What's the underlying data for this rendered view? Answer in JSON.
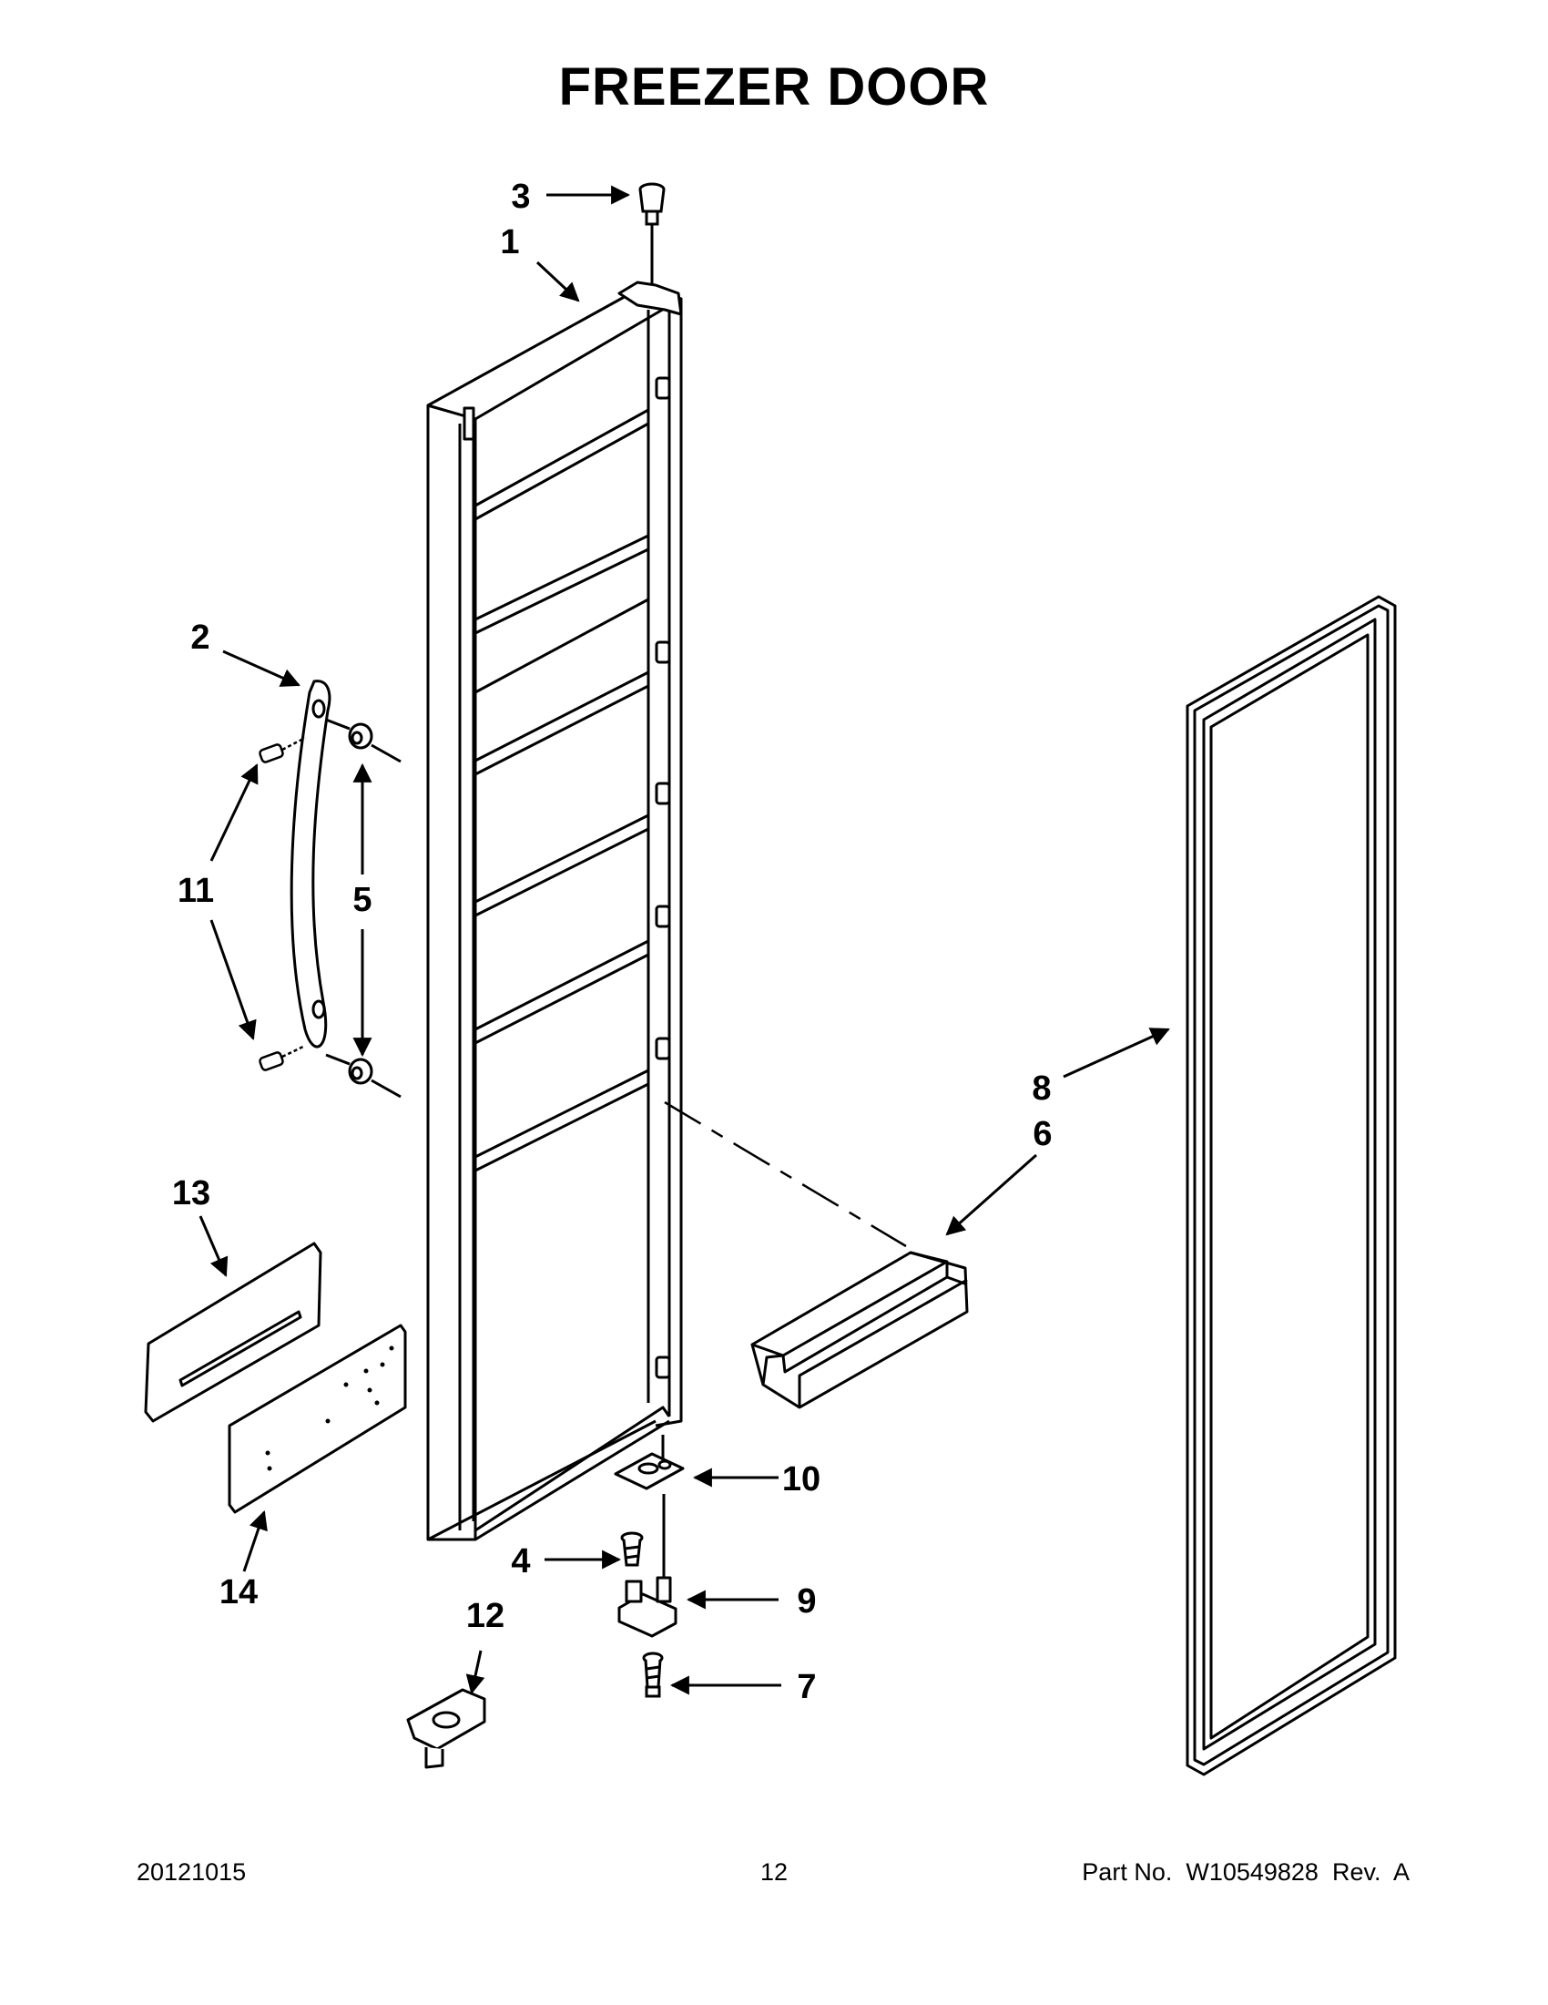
{
  "title": "FREEZER DOOR",
  "callouts": {
    "c1": "1",
    "c2": "2",
    "c3": "3",
    "c4": "4",
    "c5": "5",
    "c6": "6",
    "c7": "7",
    "c8": "8",
    "c9": "9",
    "c10": "10",
    "c11": "11",
    "c12": "12",
    "c13": "13",
    "c14": "14"
  },
  "footer": {
    "date": "20121015",
    "page": "12",
    "part": "Part No.  W10549828  Rev.  A"
  }
}
